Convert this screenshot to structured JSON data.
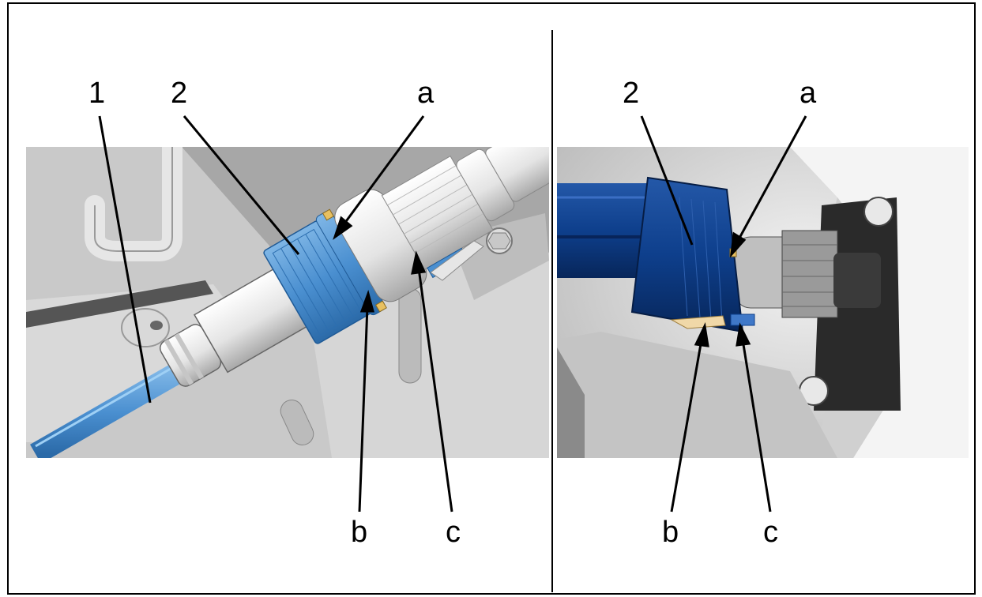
{
  "panels": [
    {
      "id": "left",
      "view": "illustration",
      "callouts": {
        "c1": "1",
        "c2": "2",
        "a": "a",
        "b": "b",
        "c": "c"
      }
    },
    {
      "id": "right",
      "view": "photo",
      "callouts": {
        "c2": "2",
        "a": "a",
        "b": "b",
        "c": "c"
      }
    }
  ],
  "colors": {
    "highlight_blue": "#4a8fd0",
    "dark_blue": "#0e3f8c",
    "tab_orange": "#e8c060",
    "background_gray": "#a7a7a7",
    "photo_gray": "#d9d9d9"
  }
}
